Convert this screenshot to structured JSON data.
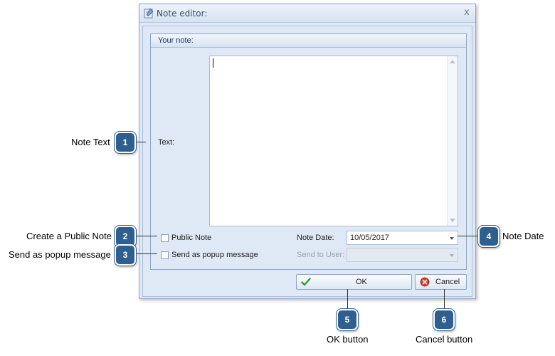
{
  "window": {
    "title": "Note editor:",
    "close_glyph": "x"
  },
  "group": {
    "header": "Your note:"
  },
  "form": {
    "text_label": "Text:",
    "note_text": "",
    "public_note_label": "Public Note",
    "popup_label": "Send as popup message",
    "note_date_label": "Note Date:",
    "note_date_value": "10/05/2017",
    "send_to_user_label": "Send to User:",
    "send_to_user_value": ""
  },
  "buttons": {
    "ok": "OK",
    "cancel": "Cancel"
  },
  "callouts": [
    {
      "num": "1",
      "text": "Note Text"
    },
    {
      "num": "2",
      "text": "Create a Public Note"
    },
    {
      "num": "3",
      "text": "Send as popup message"
    },
    {
      "num": "4",
      "text": "Note Date"
    },
    {
      "num": "5",
      "text": "OK button"
    },
    {
      "num": "6",
      "text": "Cancel button"
    }
  ],
  "colors": {
    "callout": "#2f5f8f",
    "window_bg": "#dfe9f5",
    "ok_check": "#3a9a2a",
    "cancel_icon": "#d23a2a"
  },
  "icons": [
    "app-icon",
    "close-icon",
    "check-icon",
    "cancel-icon",
    "chevron-down-icon",
    "scroll-up-icon",
    "scroll-down-icon"
  ]
}
